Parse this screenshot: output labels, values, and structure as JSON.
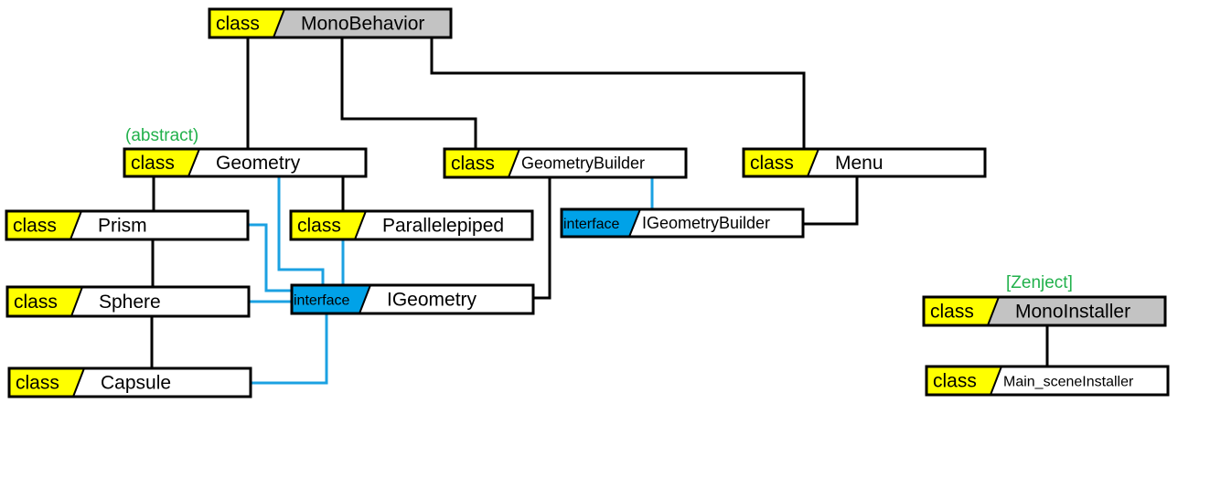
{
  "colors": {
    "class_tag": "#ffff00",
    "interface_tag": "#00a2e8",
    "base_name_bg": "#c3c3c3",
    "name_bg": "#ffffff",
    "border": "#000000",
    "line_inheritance": "#000000",
    "line_interface": "#1ba1e2",
    "note_text": "#22b14c"
  },
  "keywords": {
    "class": "class",
    "interface": "interface"
  },
  "notes": {
    "abstract": "(abstract)",
    "zenject": "[Zenject]"
  },
  "nodes": {
    "monobehavior": {
      "kind": "class",
      "name": "MonoBehavior",
      "base": true
    },
    "geometry": {
      "kind": "class",
      "name": "Geometry"
    },
    "geometrybuilder": {
      "kind": "class",
      "name": "GeometryBuilder"
    },
    "menu": {
      "kind": "class",
      "name": "Menu"
    },
    "prism": {
      "kind": "class",
      "name": "Prism"
    },
    "parallelepiped": {
      "kind": "class",
      "name": "Parallelepiped"
    },
    "igeometrybuilder": {
      "kind": "interface",
      "name": "IGeometryBuilder"
    },
    "sphere": {
      "kind": "class",
      "name": "Sphere"
    },
    "igeometry": {
      "kind": "interface",
      "name": "IGeometry"
    },
    "capsule": {
      "kind": "class",
      "name": "Capsule"
    },
    "monoinstaller": {
      "kind": "class",
      "name": "MonoInstaller",
      "base": true
    },
    "main_sceneinstaller": {
      "kind": "class",
      "name": "Main_sceneInstaller"
    }
  }
}
